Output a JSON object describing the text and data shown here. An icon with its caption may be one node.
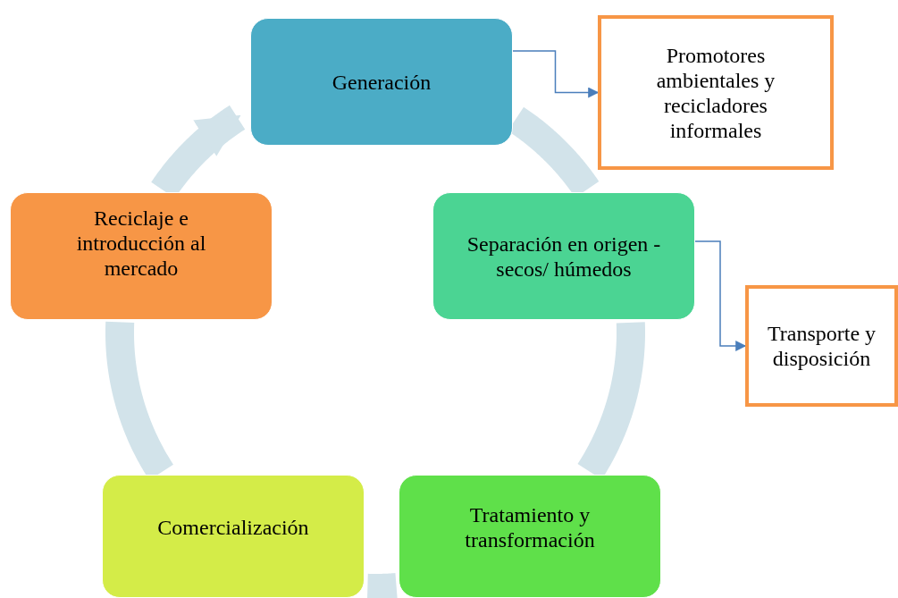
{
  "diagram": {
    "nodes": [
      {
        "text": [
          "Generación"
        ]
      },
      {
        "text": [
          "Separación en origen - secos/ húmedos"
        ]
      },
      {
        "text": [
          "Tratamiento y transformación"
        ]
      },
      {
        "text": [
          "Comercialización"
        ]
      },
      {
        "text": [
          "Reciclaje e introducción al mercado"
        ]
      },
      {
        "text": [
          "Promotores ambientales y recicladores informales"
        ]
      },
      {
        "text": [
          "Transporte y disposición"
        ]
      }
    ],
    "edges": [
      {
        "from": 0,
        "to": 1,
        "arrow": "none"
      },
      {
        "from": 1,
        "to": 2,
        "arrow": "none"
      },
      {
        "from": 2,
        "to": 3,
        "arrow": "none"
      },
      {
        "from": 3,
        "to": 4,
        "arrow": "none"
      },
      {
        "from": 4,
        "to": 0,
        "arrow": "to"
      },
      {
        "from": 0,
        "to": 5,
        "arrow": "to",
        "color": "#4a7ebb"
      },
      {
        "from": 1,
        "to": 6,
        "arrow": "to",
        "color": "#4a7ebb"
      }
    ]
  }
}
